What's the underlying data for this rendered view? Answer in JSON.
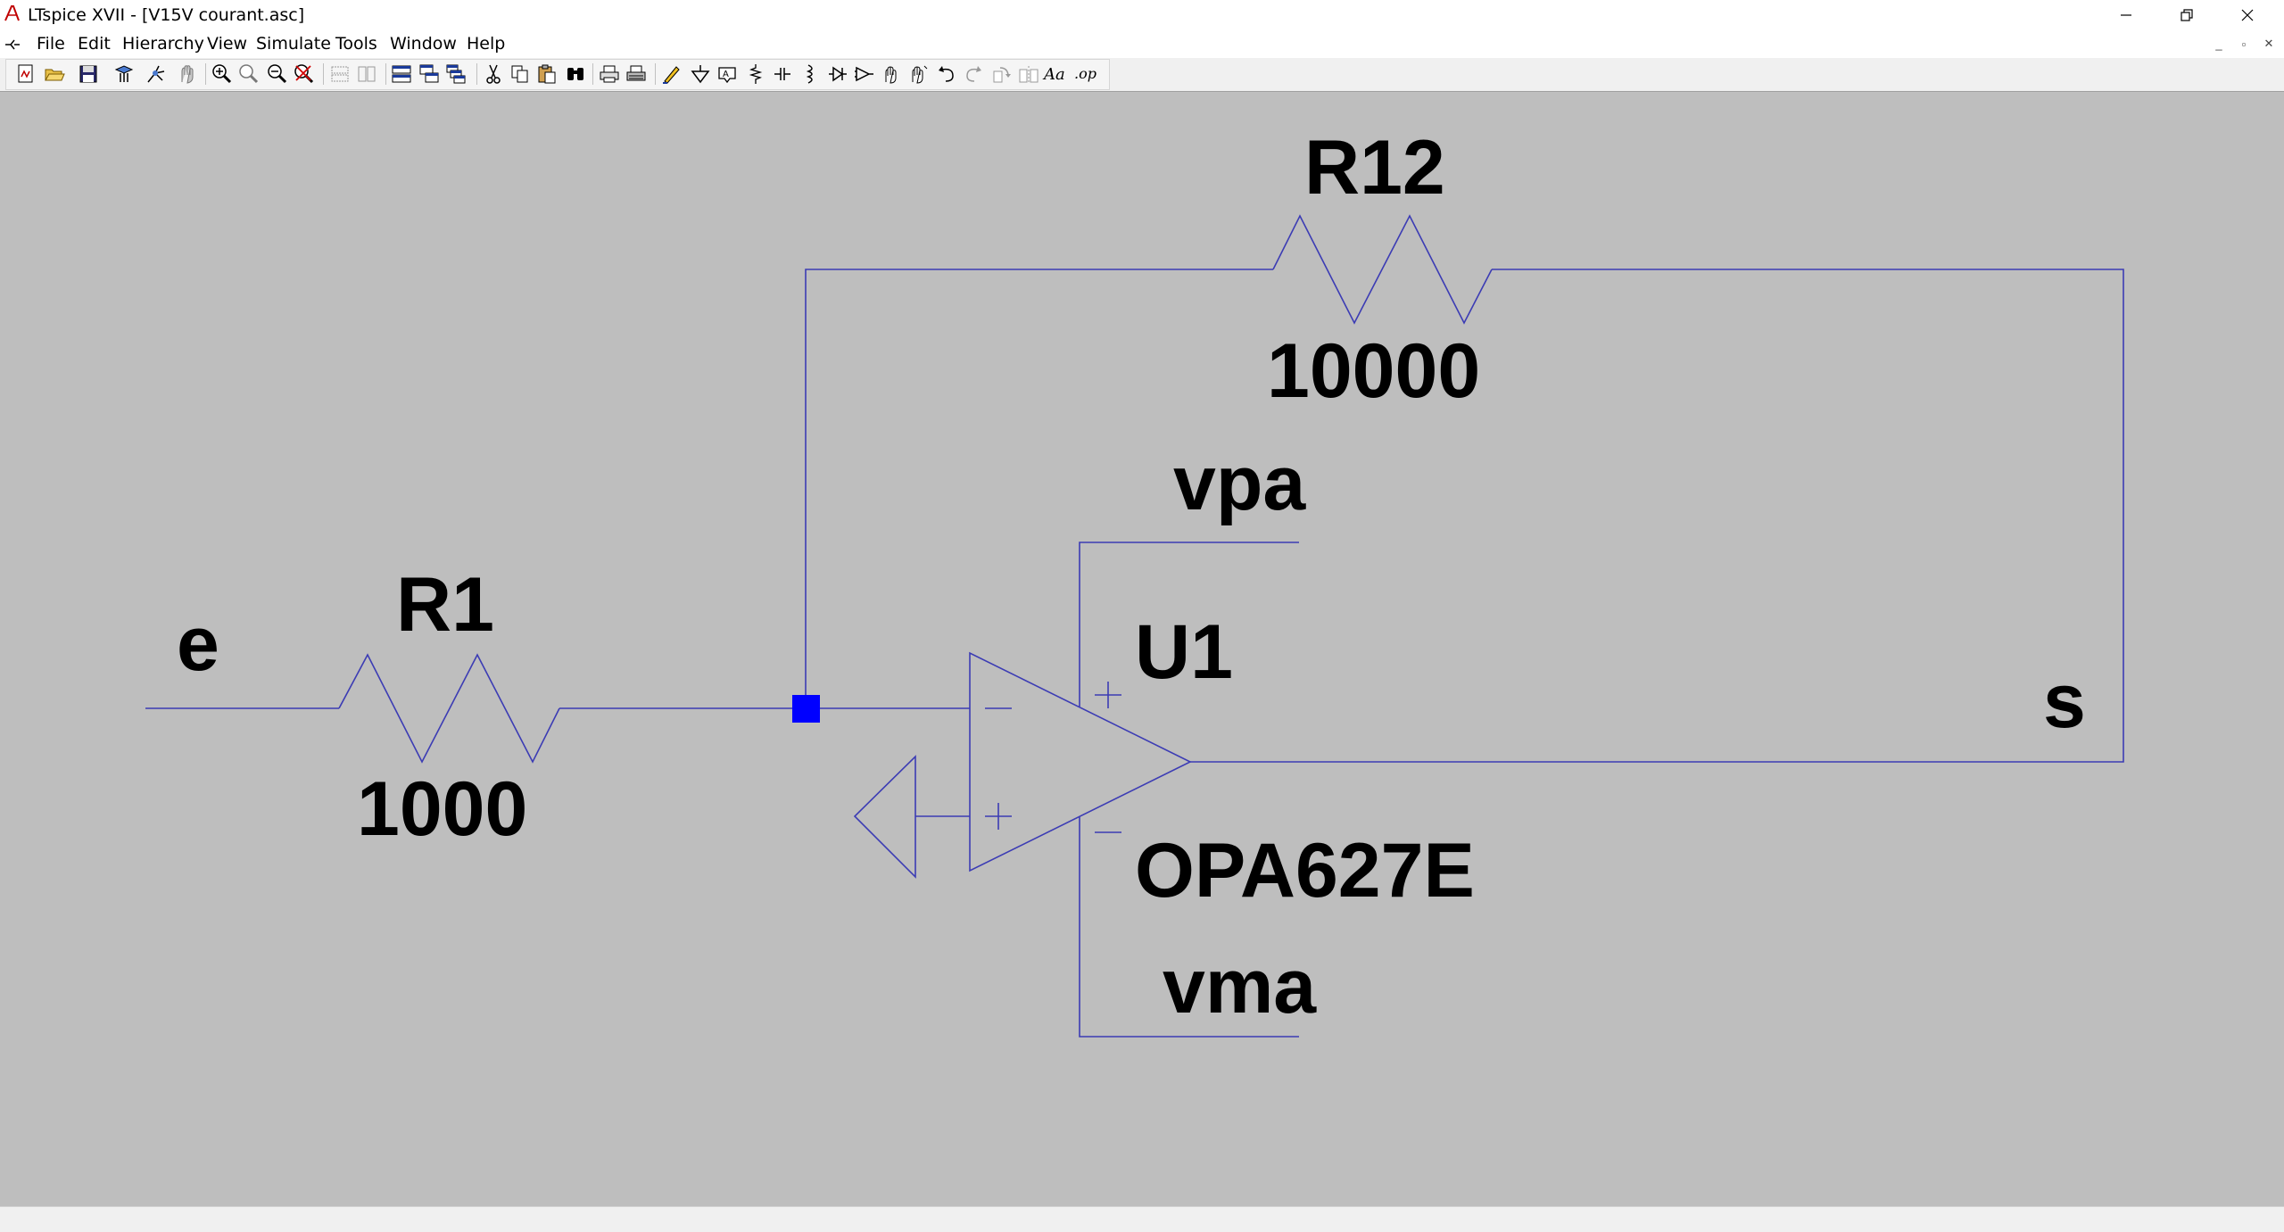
{
  "window": {
    "title": "LTspice XVII - [V15V courant.asc]",
    "controls": {
      "minimize": "minimize-icon",
      "restore": "restore-icon",
      "close": "close-icon"
    }
  },
  "menu": {
    "items": [
      "File",
      "Edit",
      "Hierarchy",
      "View",
      "Simulate",
      "Tools",
      "Window",
      "Help"
    ]
  },
  "toolbar": {
    "icons": [
      "new-schematic-icon",
      "open-icon",
      "save-icon",
      "control-panel-icon",
      "run-icon",
      "halt-icon",
      "zoom-in-icon",
      "zoom-fit-icon",
      "zoom-out-icon",
      "zoom-cancel-icon",
      "tile-horizontal-icon",
      "tile-vertical-icon",
      "cascade-icon",
      "close-window-icon",
      "autorange-icon",
      "cut-icon",
      "copy-icon",
      "paste-icon",
      "find-icon",
      "print-icon",
      "print-setup-icon",
      "draw-wire-icon",
      "ground-icon",
      "label-net-icon",
      "resistor-icon",
      "capacitor-icon",
      "inductor-icon",
      "diode-icon",
      "component-icon",
      "move-icon",
      "drag-icon",
      "undo-icon",
      "redo-icon",
      "rotate-icon",
      "mirror-icon",
      "text-icon",
      "spice-directive-icon"
    ],
    "text_icon_label": "Aa",
    "spice_icon_label": ".op"
  },
  "schematic": {
    "colors": {
      "wire": "#3c3cb4",
      "junction": "#0000ff",
      "background": "#bebebe"
    },
    "components": [
      {
        "ref": "R12",
        "value": "10000",
        "type": "resistor"
      },
      {
        "ref": "R1",
        "value": "1000",
        "type": "resistor"
      },
      {
        "ref": "U1",
        "value": "OPA627E",
        "type": "opamp"
      }
    ],
    "net_labels": {
      "input": "e",
      "output": "s",
      "vpos": "vpa",
      "vneg": "vma"
    }
  }
}
